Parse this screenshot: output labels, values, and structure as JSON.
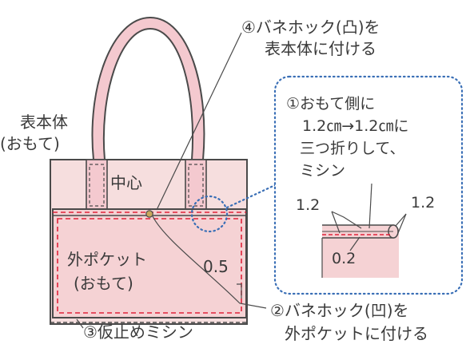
{
  "labels": {
    "step4_line1": "④バネホック(凸)を",
    "step4_line2": "表本体に付ける",
    "body_line1": "表本体",
    "body_line2": "(おもて)",
    "center": "中心",
    "pocket_line1": "外ポケット",
    "pocket_line2": "(おもて)",
    "dim_side": "0.5",
    "step2_line1": "②バネホック(凹)を",
    "step2_line2": "外ポケットに付ける",
    "step3": "③仮止めミシン",
    "step1_line1": "①おもて側に",
    "step1_line2": "1.2㎝→1.2㎝に",
    "step1_line3": "三つ折りして、",
    "step1_line4": "ミシン",
    "dim_left": "1.2",
    "dim_right": "1.2",
    "dim_stitch": "0.2"
  },
  "colors": {
    "bag_fill": "#f6dede",
    "pocket_fill": "#f5d2d4",
    "handle_fill": "#f4c9cf",
    "outline": "#4a4a4a",
    "stitch": "#e0223a",
    "detail_border": "#3a6fb6",
    "snap": "#7a6a40"
  }
}
